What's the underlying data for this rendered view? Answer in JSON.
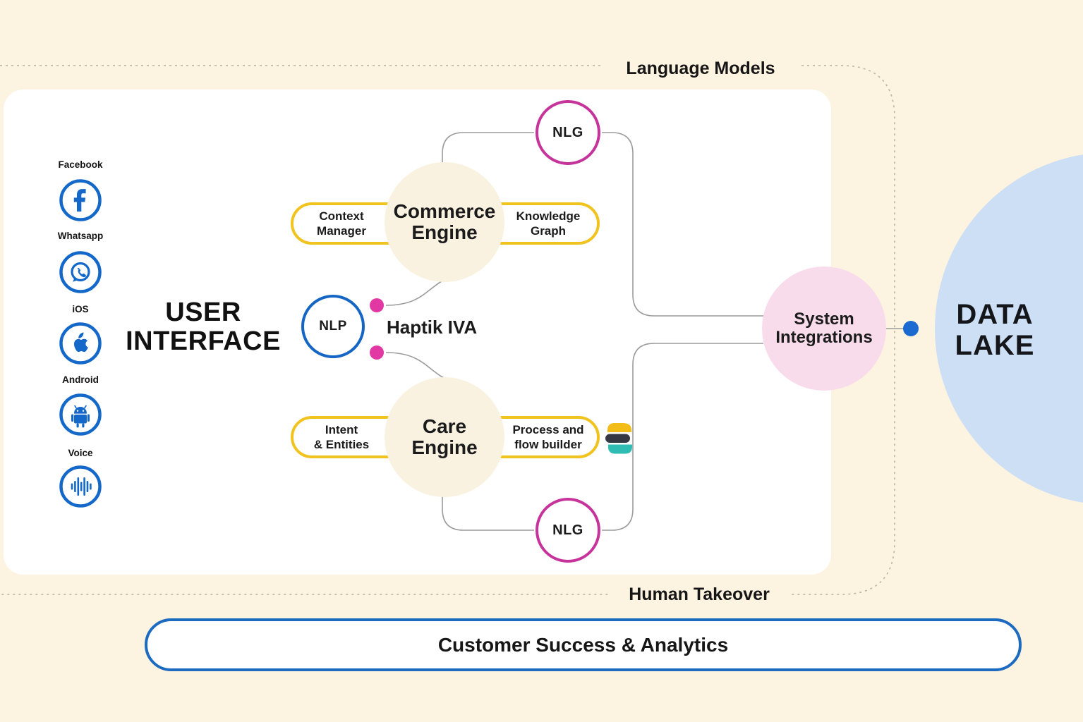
{
  "colors": {
    "background": "#fdf3e1",
    "panel": "#ffffff",
    "accent_blue": "#1368c9",
    "accent_yellow": "#f1c31e",
    "accent_magenta": "#c5339b",
    "dot_magenta": "#e138a3",
    "node_cream": "#faf2e1",
    "node_pink": "#f9dcec",
    "data_lake_blue": "#cddff5",
    "wire_gray": "#9b9b9b",
    "dash_tan": "#c2b89f"
  },
  "frame": {
    "language_models_label": "Language Models",
    "human_takeover_label": "Human Takeover"
  },
  "channels": {
    "items": [
      {
        "label": "Facebook",
        "icon": "facebook-icon"
      },
      {
        "label": "Whatsapp",
        "icon": "whatsapp-icon"
      },
      {
        "label": "iOS",
        "icon": "apple-icon"
      },
      {
        "label": "Android",
        "icon": "android-icon"
      },
      {
        "label": "Voice",
        "icon": "voice-waveform-icon"
      }
    ]
  },
  "user_interface": {
    "line1": "USER",
    "line2": "INTERFACE"
  },
  "iva": {
    "nlp_label": "NLP",
    "name": "Haptik IVA"
  },
  "commerce_engine": {
    "line1": "Commerce",
    "line2": "Engine",
    "nlg_label": "NLG",
    "context_manager": {
      "line1": "Context",
      "line2": "Manager"
    },
    "knowledge_graph": {
      "line1": "Knowledge",
      "line2": "Graph"
    }
  },
  "care_engine": {
    "line1": "Care",
    "line2": "Engine",
    "nlg_label": "NLG",
    "intent_entities": {
      "line1": "Intent",
      "line2": "& Entities"
    },
    "process_flow": {
      "line1": "Process and",
      "line2": "flow builder"
    },
    "elastic_icon": "elastic-logo-icon"
  },
  "system_integrations": {
    "line1": "System",
    "line2": "Integrations"
  },
  "data_lake": {
    "line1": "DATA",
    "line2": "LAKE"
  },
  "footer": {
    "label": "Customer Success & Analytics"
  }
}
